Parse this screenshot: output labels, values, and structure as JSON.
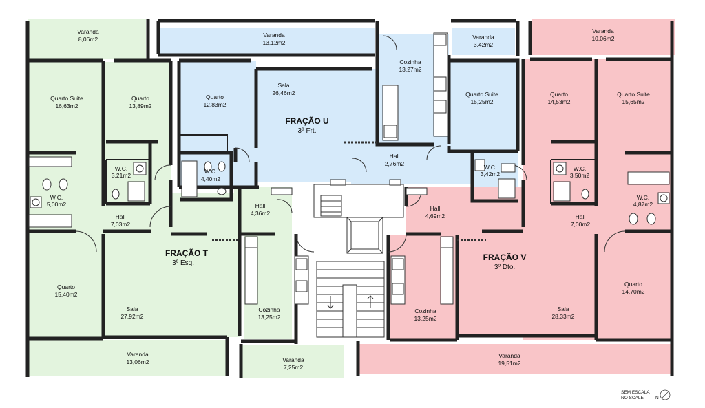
{
  "colors": {
    "t": "#e3f4de",
    "u": "#d6eafa",
    "v": "#f9c5c8",
    "core": "#ffffff"
  },
  "units": {
    "t": {
      "name": "FRAÇÃO T",
      "floor": "3º Esq."
    },
    "u": {
      "name": "FRAÇÃO U",
      "floor": "3º Frt."
    },
    "v": {
      "name": "FRAÇÃO V",
      "floor": "3º Dto."
    }
  },
  "rooms": [
    {
      "id": "t-varanda-top",
      "name": "Varanda",
      "area": "8,06m2"
    },
    {
      "id": "t-quarto-suite",
      "name": "Quarto Suite",
      "area": "16,63m2"
    },
    {
      "id": "t-quarto-1",
      "name": "Quarto",
      "area": "13,89m2"
    },
    {
      "id": "t-wc-1",
      "name": "W.C.",
      "area": "3,21m2"
    },
    {
      "id": "t-wc-2",
      "name": "W.C.",
      "area": "5,00m2"
    },
    {
      "id": "t-hall-1",
      "name": "Hall",
      "area": "7,03m2"
    },
    {
      "id": "t-hall-2",
      "name": "Hall",
      "area": "4,36m2"
    },
    {
      "id": "t-quarto-2",
      "name": "Quarto",
      "area": "15,40m2"
    },
    {
      "id": "t-sala",
      "name": "Sala",
      "area": "27,92m2"
    },
    {
      "id": "t-cozinha",
      "name": "Cozinha",
      "area": "13,25m2"
    },
    {
      "id": "t-varanda-bottom",
      "name": "Varanda",
      "area": "13,06m2"
    },
    {
      "id": "t-varanda-small",
      "name": "Varanda",
      "area": "7,25m2"
    },
    {
      "id": "u-varanda-1",
      "name": "Varanda",
      "area": "13,12m2"
    },
    {
      "id": "u-varanda-2",
      "name": "Varanda",
      "area": "3,42m2"
    },
    {
      "id": "u-quarto",
      "name": "Quarto",
      "area": "12,83m2"
    },
    {
      "id": "u-sala",
      "name": "Sala",
      "area": "26,46m2"
    },
    {
      "id": "u-cozinha",
      "name": "Cozinha",
      "area": "13,27m2"
    },
    {
      "id": "u-quarto-suite",
      "name": "Quarto Suite",
      "area": "15,25m2"
    },
    {
      "id": "u-wc-1",
      "name": "W.C.",
      "area": "4,40m2"
    },
    {
      "id": "u-hall",
      "name": "Hall",
      "area": "2,76m2"
    },
    {
      "id": "u-wc-2",
      "name": "W.C.",
      "area": "3,42m2"
    },
    {
      "id": "v-varanda-top",
      "name": "Varanda",
      "area": "10,06m2"
    },
    {
      "id": "v-quarto-1",
      "name": "Quarto",
      "area": "14,53m2"
    },
    {
      "id": "v-quarto-suite",
      "name": "Quarto Suite",
      "area": "15,65m2"
    },
    {
      "id": "v-wc-1",
      "name": "W.C.",
      "area": "3,50m2"
    },
    {
      "id": "v-wc-2",
      "name": "W.C.",
      "area": "4,87m2"
    },
    {
      "id": "v-hall-1",
      "name": "Hall",
      "area": "4,69m2"
    },
    {
      "id": "v-hall-2",
      "name": "Hall",
      "area": "7,00m2"
    },
    {
      "id": "v-cozinha",
      "name": "Cozinha",
      "area": "13,25m2"
    },
    {
      "id": "v-sala",
      "name": "Sala",
      "area": "28,33m2"
    },
    {
      "id": "v-quarto-2",
      "name": "Quarto",
      "area": "14,70m2"
    },
    {
      "id": "v-varanda-bottom",
      "name": "Varanda",
      "area": "19,51m2"
    }
  ],
  "scale_note": {
    "line1": "SEM ESCALA",
    "line2": "NO SCALE",
    "north": "N"
  }
}
